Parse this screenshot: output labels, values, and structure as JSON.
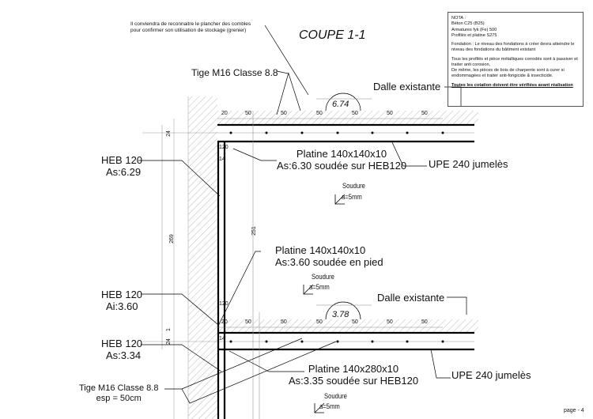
{
  "title": "COUPE 1-1",
  "note_top": [
    "Il conviendra de reconnaitre le plancher des combles",
    "pour confirmer son utilisation de stockage (grenier)"
  ],
  "nota": {
    "lines1": [
      "NOTA :",
      "Béton C25 (B25)",
      "Armatures fyk (Fe) 500",
      "Profilés et platine S275"
    ],
    "fondation": "Fondation : Le niveau des fondations à créer devra atteindre le niveau des fondations du bâtiment existant",
    "profils": "Tous les profilés et pièce métalliques corrodés sont à passiver et traiter anti corosion,",
    "bois": "De même, les pièces de bois de charpente sont à curer si endommagées et traiter anti-fongicide & insecticide.",
    "warning": "Toutes les cotation doivent être vérifiées avant réalisation"
  },
  "labels": {
    "tige_top": "Tige M16 Classe 8.8",
    "dalle_top": "Dalle existante",
    "level_top": "6.74",
    "heb_top": [
      "HEB 120",
      "As:6.29"
    ],
    "platine_top": [
      "Platine 140x140x10",
      "As:6.30 soudée sur HEB120"
    ],
    "upe_top": "UPE 240 jumelès",
    "soudure": "Soudure",
    "weld": "a=5mm",
    "platine_mid": [
      "Platine 140x140x10",
      "As:3.60 soudée en pied"
    ],
    "heb_mid": [
      "HEB 120",
      "Ai:3.60"
    ],
    "dalle_bot": "Dalle existante",
    "level_bot": "3.78",
    "heb_bot": [
      "HEB 120",
      "As:3.34"
    ],
    "platine_bot": [
      "Platine 140x280x10",
      "As:3.35 soudée sur HEB120"
    ],
    "upe_bot": "UPE 240 jumelès",
    "tige_bot": [
      "Tige M16 Classe 8.8",
      "esp = 50cm"
    ],
    "page": "page - 4"
  },
  "dims": {
    "top_row": [
      "20",
      "50",
      "50",
      "50",
      "50",
      "50",
      "50"
    ],
    "bot_row": [
      "20",
      "50",
      "50",
      "50",
      "50",
      "50",
      "50"
    ],
    "h269": "269",
    "h251": "251",
    "h24": "24",
    "h1": "1",
    "h120": "120",
    "h14": "14"
  }
}
